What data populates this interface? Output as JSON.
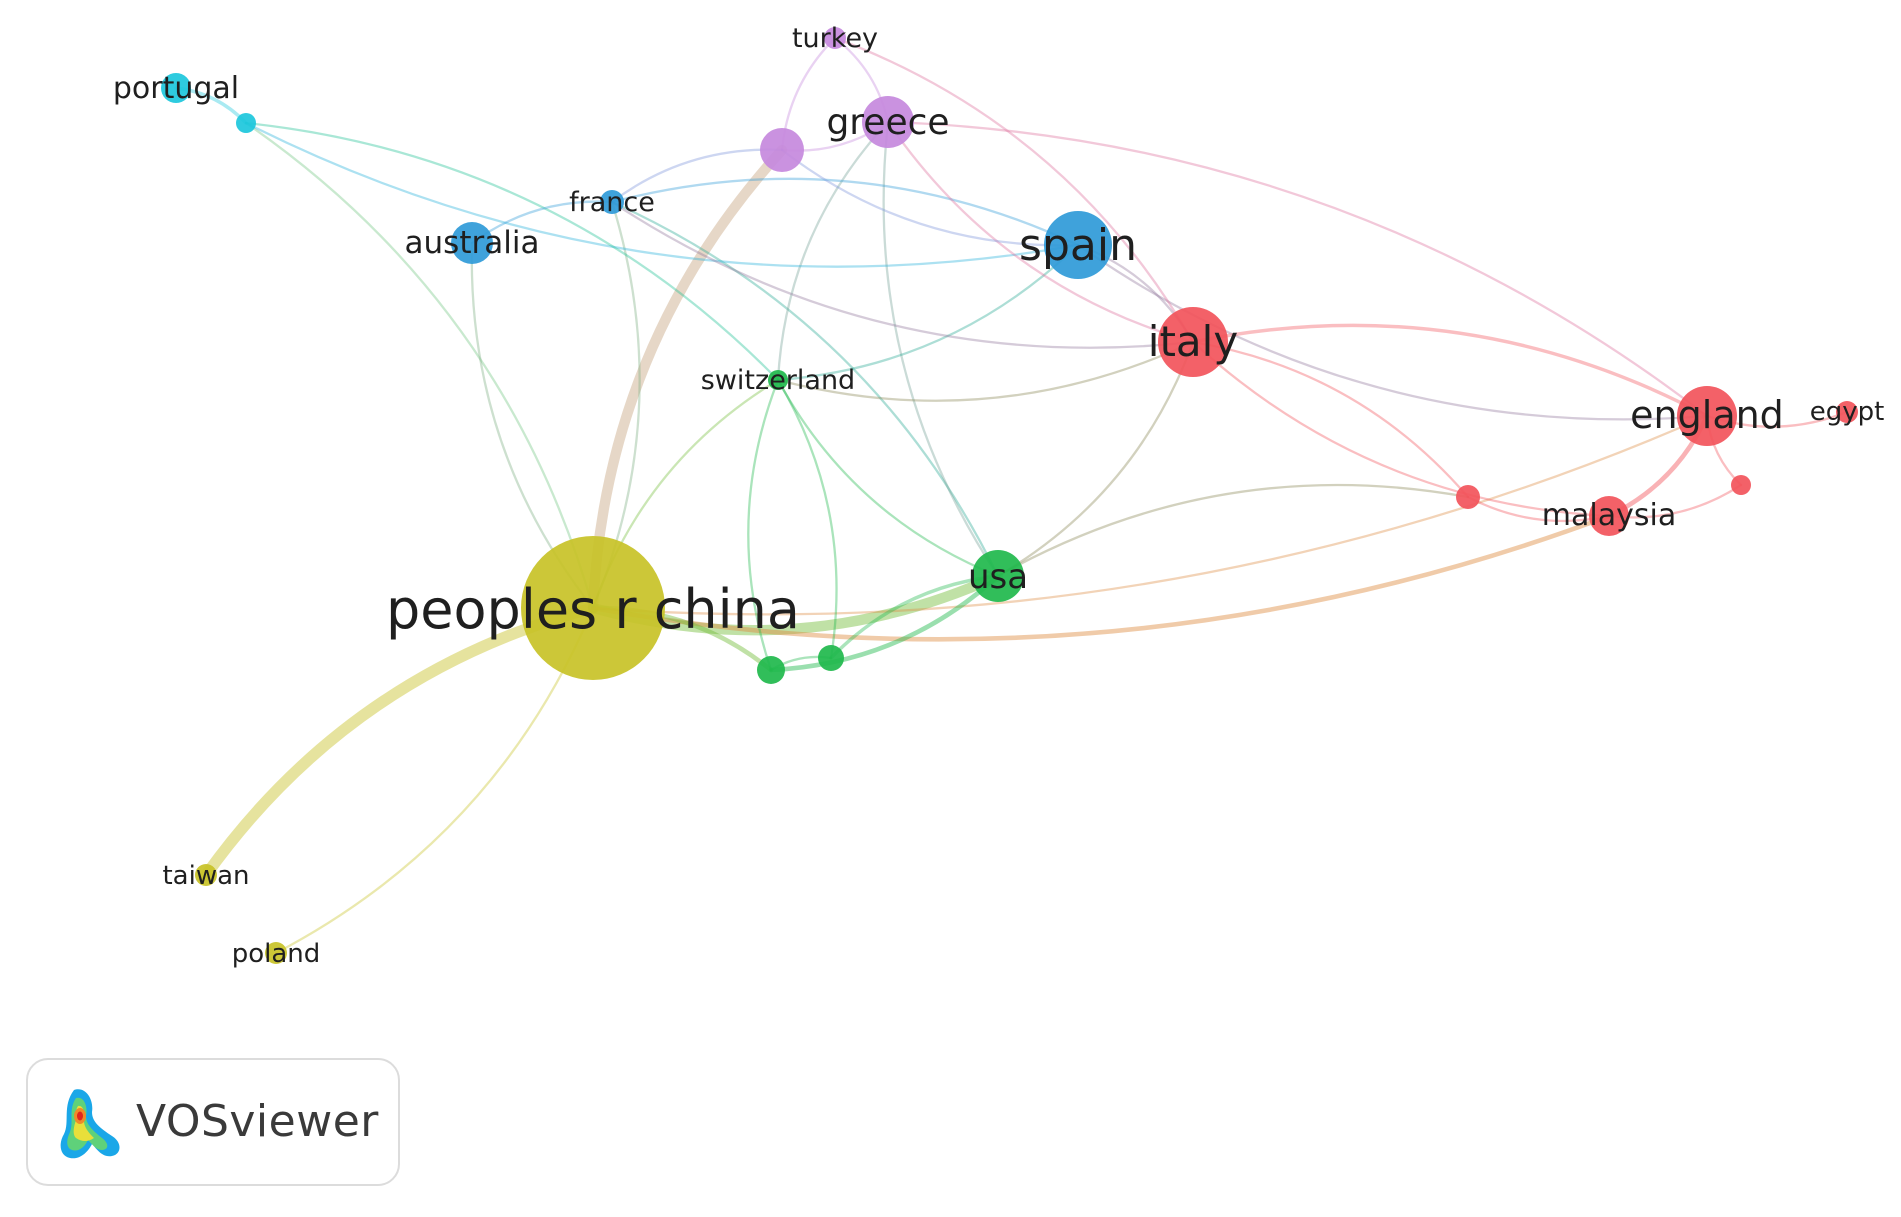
{
  "network": {
    "nodes": [
      {
        "id": "china",
        "label": "peoples r china",
        "cluster": "yellow"
      },
      {
        "id": "usa",
        "label": "usa",
        "cluster": "green"
      },
      {
        "id": "spain",
        "label": "spain",
        "cluster": "blue"
      },
      {
        "id": "italy",
        "label": "italy",
        "cluster": "red"
      },
      {
        "id": "england",
        "label": "england",
        "cluster": "red"
      },
      {
        "id": "greece",
        "label": "greece",
        "cluster": "purple"
      },
      {
        "id": "australia",
        "label": "australia",
        "cluster": "blue"
      },
      {
        "id": "france",
        "label": "france",
        "cluster": "blue"
      },
      {
        "id": "portugal",
        "label": "portugal",
        "cluster": "cyan"
      },
      {
        "id": "turkey",
        "label": "turkey",
        "cluster": "purple"
      },
      {
        "id": "switzerland",
        "label": "switzerland",
        "cluster": "green"
      },
      {
        "id": "malaysia",
        "label": "malaysia",
        "cluster": "red"
      },
      {
        "id": "egypt",
        "label": "egypt",
        "cluster": "red"
      },
      {
        "id": "taiwan",
        "label": "taiwan",
        "cluster": "yellow"
      },
      {
        "id": "poland",
        "label": "poland",
        "cluster": "yellow"
      },
      {
        "id": "purple_node",
        "label": "",
        "cluster": "purple"
      },
      {
        "id": "cyan_small",
        "label": "",
        "cluster": "cyan"
      },
      {
        "id": "green_a",
        "label": "",
        "cluster": "green"
      },
      {
        "id": "green_b",
        "label": "",
        "cluster": "green"
      },
      {
        "id": "red_a",
        "label": "",
        "cluster": "red"
      },
      {
        "id": "red_b",
        "label": "",
        "cluster": "red"
      }
    ],
    "cluster_colors": {
      "yellow": "#c8c227",
      "green": "#1fb84c",
      "blue": "#2f9ad8",
      "red": "#f2545b",
      "purple": "#c689dd",
      "cyan": "#1cc7dc"
    },
    "links": [
      {
        "source": "china",
        "target": "taiwan",
        "strength": 10
      },
      {
        "source": "china",
        "target": "purple_node",
        "strength": 9
      },
      {
        "source": "china",
        "target": "usa",
        "strength": 9
      },
      {
        "source": "china",
        "target": "poland",
        "strength": 2
      },
      {
        "source": "china",
        "target": "malaysia",
        "strength": 4
      },
      {
        "source": "china",
        "target": "green_a",
        "strength": 4
      },
      {
        "source": "china",
        "target": "cyan_small",
        "strength": 2
      },
      {
        "source": "china",
        "target": "australia",
        "strength": 2
      },
      {
        "source": "china",
        "target": "france",
        "strength": 2
      },
      {
        "source": "china",
        "target": "switzerland",
        "strength": 2
      },
      {
        "source": "china",
        "target": "england",
        "strength": 2
      },
      {
        "source": "usa",
        "target": "green_a",
        "strength": 4
      },
      {
        "source": "usa",
        "target": "green_b",
        "strength": 3
      },
      {
        "source": "usa",
        "target": "switzerland",
        "strength": 2
      },
      {
        "source": "usa",
        "target": "italy",
        "strength": 2
      },
      {
        "source": "usa",
        "target": "red_a",
        "strength": 2
      },
      {
        "source": "usa",
        "target": "france",
        "strength": 2
      },
      {
        "source": "usa",
        "target": "greece",
        "strength": 2
      },
      {
        "source": "switzerland",
        "target": "green_a",
        "strength": 2
      },
      {
        "source": "switzerland",
        "target": "green_b",
        "strength": 2
      },
      {
        "source": "switzerland",
        "target": "spain",
        "strength": 2
      },
      {
        "source": "switzerland",
        "target": "greece",
        "strength": 2
      },
      {
        "source": "switzerland",
        "target": "italy",
        "strength": 2
      },
      {
        "source": "portugal",
        "target": "cyan_small",
        "strength": 3
      },
      {
        "source": "cyan_small",
        "target": "spain",
        "strength": 2
      },
      {
        "source": "cyan_small",
        "target": "switzerland",
        "strength": 2
      },
      {
        "source": "france",
        "target": "australia",
        "strength": 2
      },
      {
        "source": "france",
        "target": "spain",
        "strength": 2
      },
      {
        "source": "france",
        "target": "italy",
        "strength": 2
      },
      {
        "source": "france",
        "target": "purple_node",
        "strength": 2
      },
      {
        "source": "spain",
        "target": "england",
        "strength": 2
      },
      {
        "source": "spain",
        "target": "italy",
        "strength": 2
      },
      {
        "source": "greece",
        "target": "turkey",
        "strength": 2
      },
      {
        "source": "greece",
        "target": "purple_node",
        "strength": 2
      },
      {
        "source": "greece",
        "target": "italy",
        "strength": 2
      },
      {
        "source": "greece",
        "target": "england",
        "strength": 2
      },
      {
        "source": "turkey",
        "target": "purple_node",
        "strength": 2
      },
      {
        "source": "turkey",
        "target": "italy",
        "strength": 2
      },
      {
        "source": "purple_node",
        "target": "spain",
        "strength": 2
      },
      {
        "source": "italy",
        "target": "england",
        "strength": 3
      },
      {
        "source": "italy",
        "target": "malaysia",
        "strength": 2
      },
      {
        "source": "italy",
        "target": "red_a",
        "strength": 2
      },
      {
        "source": "england",
        "target": "egypt",
        "strength": 2
      },
      {
        "source": "england",
        "target": "malaysia",
        "strength": 4
      },
      {
        "source": "england",
        "target": "red_b",
        "strength": 2
      },
      {
        "source": "malaysia",
        "target": "red_a",
        "strength": 2
      },
      {
        "source": "malaysia",
        "target": "red_b",
        "strength": 2
      },
      {
        "source": "green_a",
        "target": "green_b",
        "strength": 2
      }
    ]
  },
  "brand": {
    "label": "VOSviewer"
  }
}
